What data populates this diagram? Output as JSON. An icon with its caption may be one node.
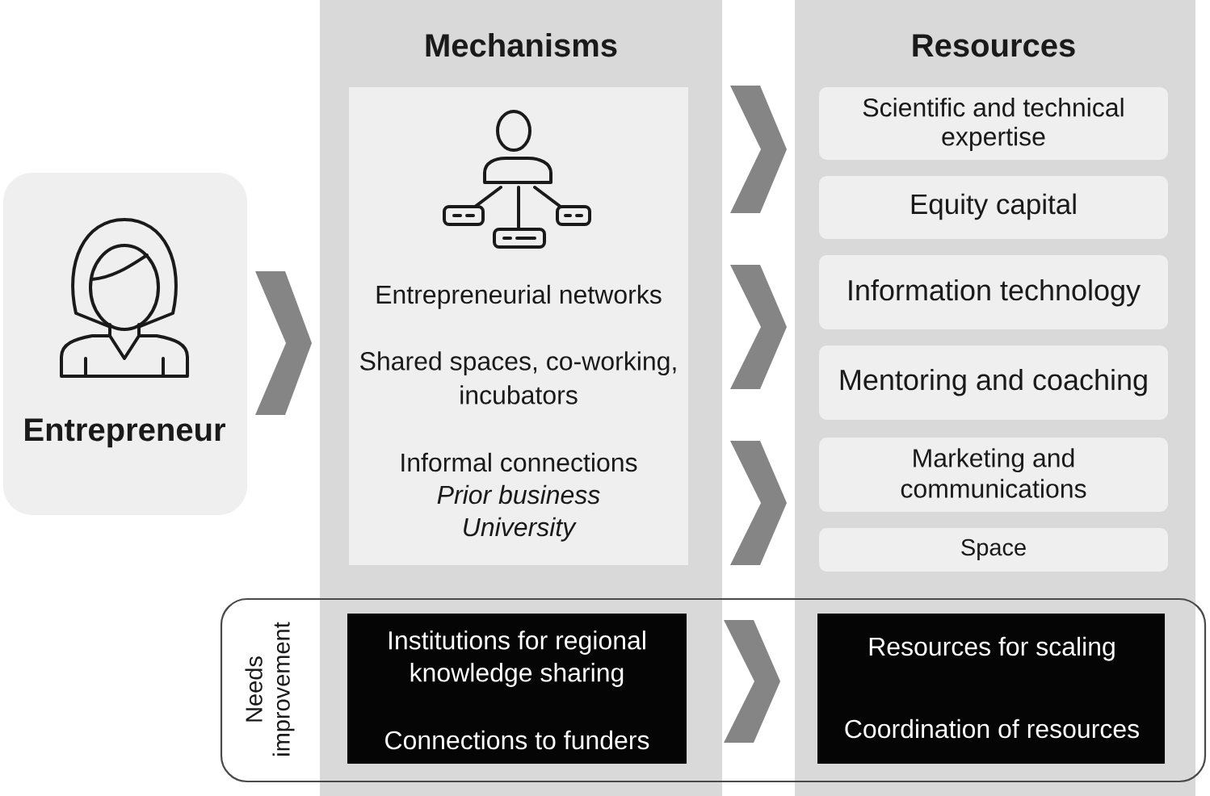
{
  "diagram": {
    "nodes": [
      {
        "text": [
          "Entrepreneur"
        ]
      },
      {
        "text": [
          "Mechanisms"
        ]
      },
      {
        "text": [
          "Entrepreneurial networks",
          "Shared spaces, co-working, incubators",
          "Informal connections",
          "Prior business",
          "University"
        ],
        "in": 1
      },
      {
        "text": [
          "Resources"
        ]
      },
      {
        "text": [
          "Scientific and technical expertise"
        ],
        "in": 3
      },
      {
        "text": [
          "Equity capital"
        ],
        "in": 3
      },
      {
        "text": [
          "Information technology"
        ],
        "in": 3
      },
      {
        "text": [
          "Mentoring and coaching"
        ],
        "in": 3
      },
      {
        "text": [
          "Marketing and communications"
        ],
        "in": 3
      },
      {
        "text": [
          "Space"
        ],
        "in": 3
      },
      {
        "text": [
          "Needs improvement"
        ]
      },
      {
        "text": [
          "Institutions for regional knowledge sharing",
          "Connections to funders"
        ]
      },
      {
        "text": [
          "Resources for scaling",
          "Coordination of resources"
        ]
      }
    ],
    "edges": [
      {
        "from": 0,
        "to": 1,
        "arrow": "to"
      },
      {
        "from": 1,
        "to": 3,
        "arrow": "to"
      },
      {
        "from": 1,
        "to": 3,
        "arrow": "to"
      },
      {
        "from": 1,
        "to": 3,
        "arrow": "to"
      },
      {
        "from": 11,
        "to": 12,
        "arrow": "to"
      }
    ]
  }
}
